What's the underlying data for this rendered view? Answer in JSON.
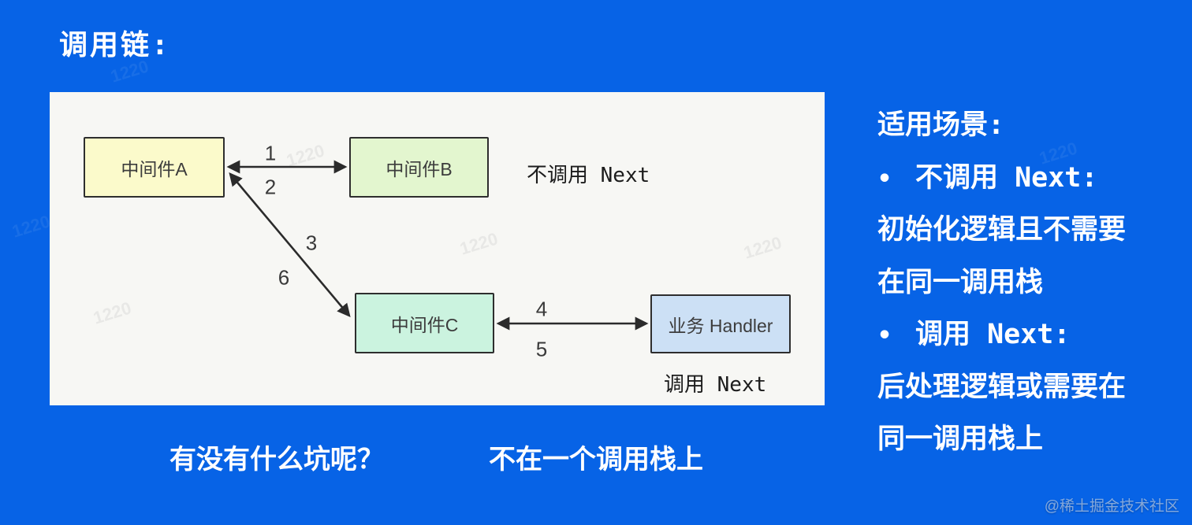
{
  "title": "调用链:",
  "diagram": {
    "boxes": [
      {
        "id": "middleware-a",
        "label": "中间件A",
        "fill": "#fbfacb"
      },
      {
        "id": "middleware-b",
        "label": "中间件B",
        "fill": "#e3f6cf"
      },
      {
        "id": "middleware-c",
        "label": "中间件C",
        "fill": "#cbf3df"
      },
      {
        "id": "handler",
        "label": "业务 Handler",
        "fill": "#cce0f5"
      }
    ],
    "arrow_labels": [
      {
        "text": "1"
      },
      {
        "text": "2"
      },
      {
        "text": "3"
      },
      {
        "text": "4"
      },
      {
        "text": "5"
      },
      {
        "text": "6"
      }
    ],
    "annotations": {
      "no_next": "不调用 Next",
      "next": "调用 Next"
    }
  },
  "bottom": {
    "question": "有没有什么坑呢？",
    "note": "不在一个调用栈上"
  },
  "right_panel": {
    "heading": "适用场景:",
    "bullet_char": "•",
    "lines": [
      {
        "bullet": true,
        "text": "不调用 Next:"
      },
      {
        "bullet": false,
        "text": "初始化逻辑且不需要"
      },
      {
        "bullet": false,
        "text": "在同一调用栈"
      },
      {
        "bullet": true,
        "text": "调用 Next:"
      },
      {
        "bullet": false,
        "text": "后处理逻辑或需要在"
      },
      {
        "bullet": false,
        "text": "同一调用栈上"
      }
    ]
  },
  "watermark": {
    "community": "@稀土掘金技术社区",
    "tile_text": "1220"
  },
  "colors": {
    "background": "#0763e6",
    "panel": "#f7f7f4",
    "arrow": "#2b2b2b",
    "box_border": "#2e2e2e",
    "text_on_blue": "#ffffff",
    "text_on_panel": "#1c1c1c"
  }
}
